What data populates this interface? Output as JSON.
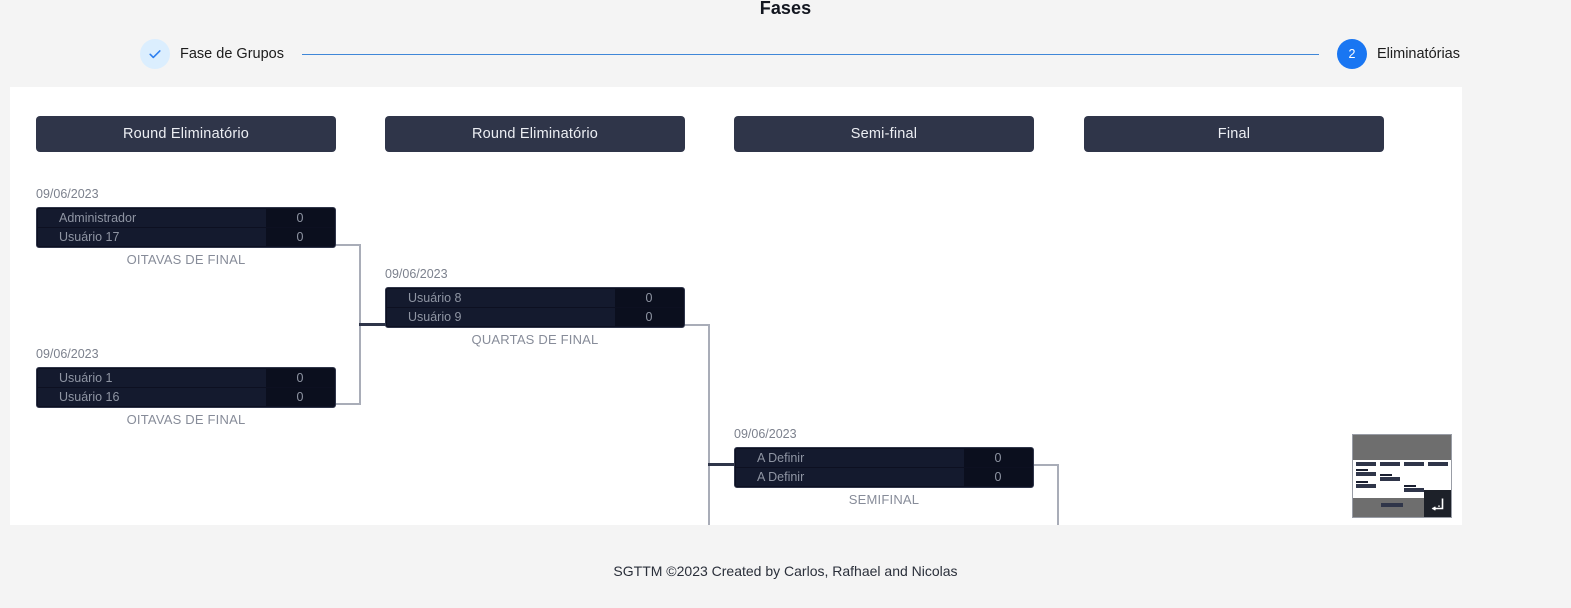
{
  "page": {
    "title": "Fases"
  },
  "stepper": {
    "steps": [
      {
        "label": "Fase de Grupos",
        "marker": "check",
        "state": "completed"
      },
      {
        "label": "Eliminatórias",
        "marker": "2",
        "state": "active"
      }
    ],
    "line_color": "#3f87d8",
    "done_circle_bg": "#dbeefe",
    "active_circle_bg": "#1976f2"
  },
  "bracket": {
    "rounds": [
      {
        "label": "Round Eliminatório"
      },
      {
        "label": "Round Eliminatório"
      },
      {
        "label": "Semi-final"
      },
      {
        "label": "Final"
      }
    ],
    "header_bg": "#2f3549",
    "header_text": "#eceef3",
    "matches": [
      {
        "id": "m1",
        "date": "09/06/2023",
        "stage": "OITAVAS DE FINAL",
        "players": [
          {
            "name": "Administrador",
            "score": "0"
          },
          {
            "name": "Usuário 17",
            "score": "0"
          }
        ]
      },
      {
        "id": "m2",
        "date": "09/06/2023",
        "stage": "OITAVAS DE FINAL",
        "players": [
          {
            "name": "Usuário 1",
            "score": "0"
          },
          {
            "name": "Usuário 16",
            "score": "0"
          }
        ]
      },
      {
        "id": "m3",
        "date": "09/06/2023",
        "stage": "QUARTAS DE FINAL",
        "players": [
          {
            "name": "Usuário 8",
            "score": "0"
          },
          {
            "name": "Usuário 9",
            "score": "0"
          }
        ]
      },
      {
        "id": "m4",
        "date": "09/06/2023",
        "stage": "SEMIFINAL",
        "players": [
          {
            "name": "A Definir",
            "score": "0"
          },
          {
            "name": "A Definir",
            "score": "0"
          }
        ]
      }
    ]
  },
  "minimap": {
    "name": "bracket-minimap",
    "resize_icon": "resize-handle-icon"
  },
  "footer": {
    "text": "SGTTM ©2023 Created by Carlos, Rafhael and Nicolas"
  }
}
